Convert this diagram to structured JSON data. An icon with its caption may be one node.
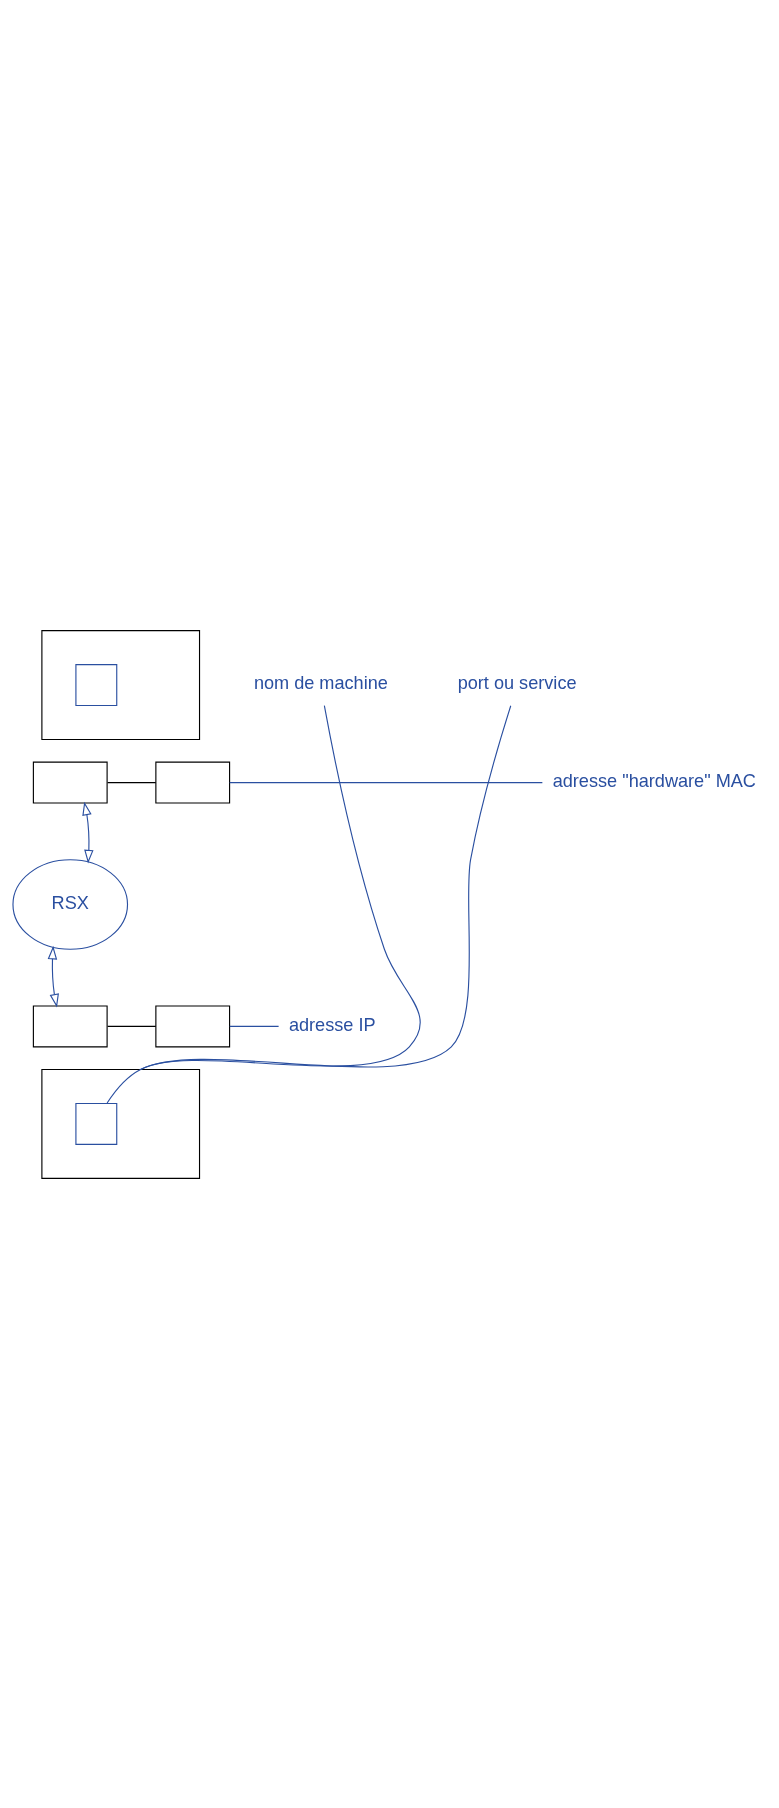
{
  "diagram": {
    "nodes": [
      {
        "text": [],
        "shape": "box"
      },
      {
        "text": [],
        "shape": "box"
      },
      {
        "text": [],
        "shape": "box"
      },
      {
        "text": [],
        "shape": "box",
        "in": 0
      },
      {
        "text": [
          "RSX"
        ]
      },
      {
        "text": [],
        "shape": "box"
      },
      {
        "text": [],
        "shape": "box"
      },
      {
        "text": [],
        "shape": "box"
      },
      {
        "text": [],
        "shape": "box",
        "in": 5
      },
      {
        "text": [
          "adresse \"hardware\" MAC"
        ]
      },
      {
        "text": [
          "nom de machine"
        ]
      },
      {
        "text": [
          "adresse IP"
        ]
      },
      {
        "text": [
          "port ou service"
        ]
      }
    ],
    "edges": [
      {
        "from": 1,
        "to": 2,
        "arrow": "none",
        "color": "#000000"
      },
      {
        "from": 4,
        "to": 1,
        "arrow": "both"
      },
      {
        "from": 4,
        "to": 6,
        "arrow": "both"
      },
      {
        "from": 6,
        "to": 7,
        "arrow": "none",
        "color": "#000000"
      },
      {
        "from": 9,
        "to": 2,
        "arrow": "none"
      },
      {
        "from": 10,
        "to": 5,
        "arrow": "none"
      },
      {
        "from": 11,
        "to": 7,
        "arrow": "none"
      },
      {
        "from": 12,
        "to": 8,
        "arrow": "none"
      }
    ]
  }
}
